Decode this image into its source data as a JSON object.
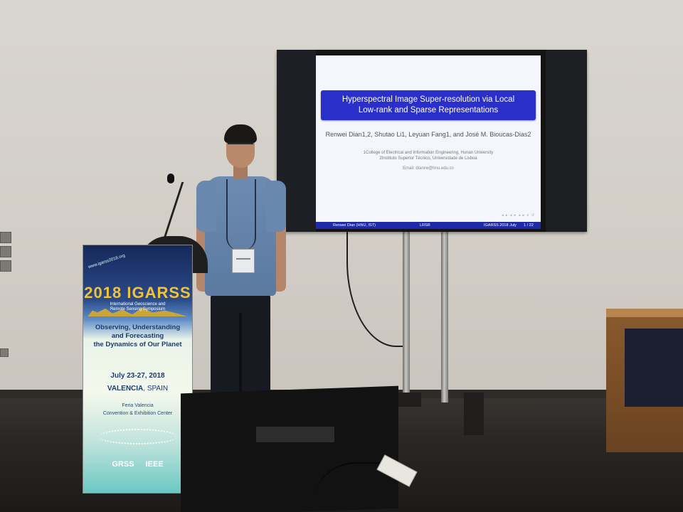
{
  "slide": {
    "title_line1": "Hyperspectral Image Super-resolution via Local",
    "title_line2": "Low-rank and Sparse Representations",
    "authors": "Renwei Dian1,2, Shutao Li1, Leyuan Fang1, and José M. Bioucas-Dias2",
    "affiliation1": "1College of Electrical and Information Engineering, Hunan University",
    "affiliation2": "2Instituto Superior Técnico, Universidade de Lisboa",
    "email": "Email: dianrw@hnu.edu.cn",
    "footer_left": "Renwei Dian (HNU, IST)",
    "footer_center": "LRSR",
    "footer_right": "IGARSS 2018 July",
    "page": "1 / 22"
  },
  "podium": {
    "url": "www.igarss2018.org",
    "logo": "2018 IGARSS",
    "subtitle_line1": "International Geoscience and",
    "subtitle_line2": "Remote Sensing Symposium",
    "tagline_line1": "Observing, Understanding",
    "tagline_line2": "and Forecasting",
    "tagline_line3": "the Dynamics of Our Planet",
    "dates": "July 23-27, 2018",
    "city": "VALENCIA",
    "country": ", SPAIN",
    "venue_line1": "Feria Valencia",
    "venue_line2": "Convention & Exhibition Center",
    "sponsor1": "GRSS",
    "sponsor2": "IEEE"
  },
  "colors": {
    "slide_title_bg": "#2a2fc9",
    "podium_text": "#1d3c6c",
    "logo": "#f2c23a"
  }
}
